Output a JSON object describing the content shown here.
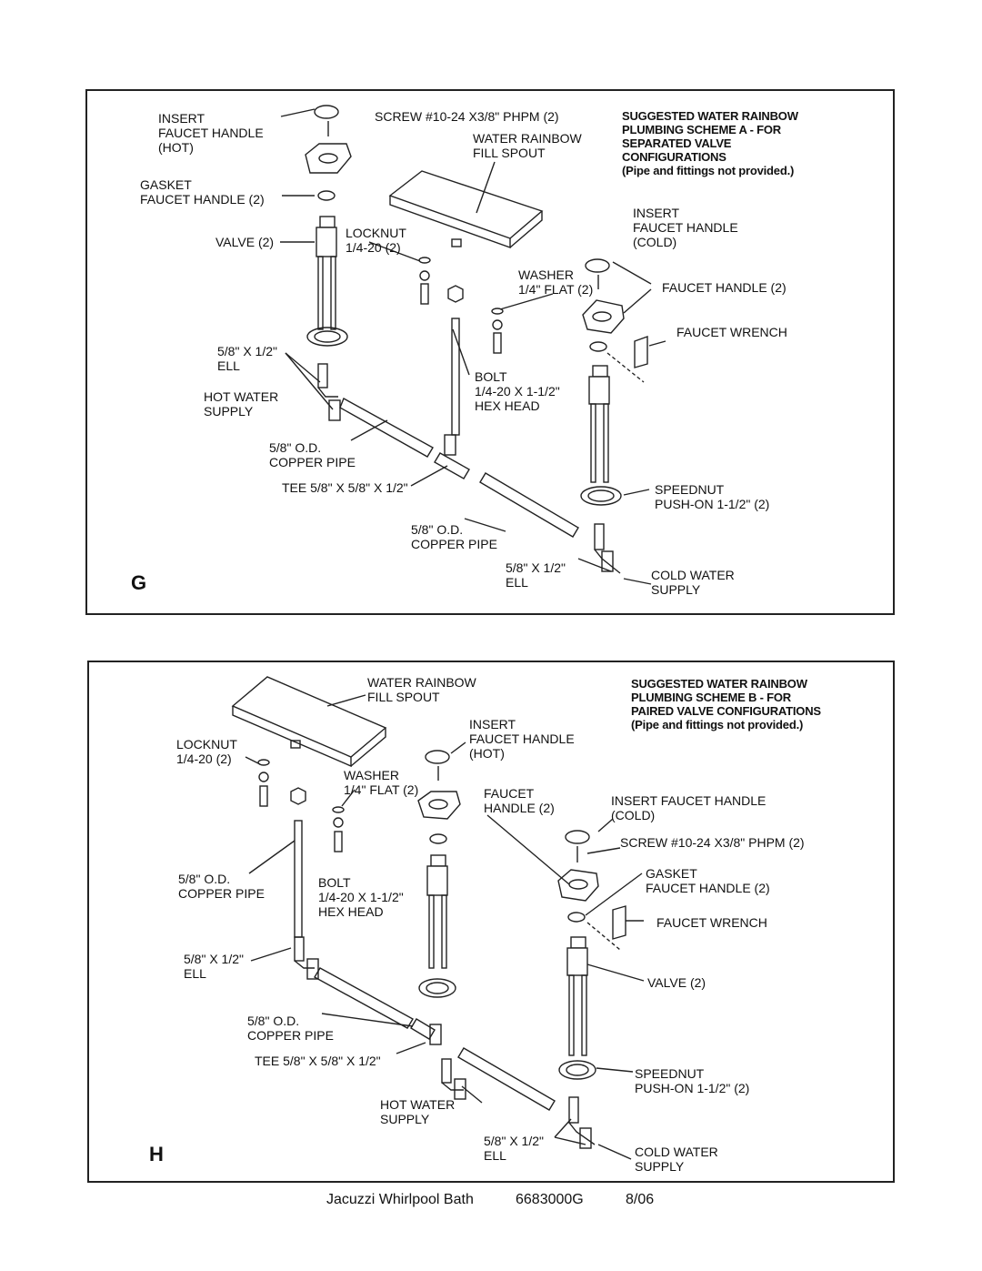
{
  "panel_g": {
    "letter": "G",
    "title": "SUGGESTED WATER RAINBOW\nPLUMBING SCHEME A - FOR\nSEPARATED VALVE\nCONFIGURATIONS\n(Pipe and fittings not provided.)",
    "labels": {
      "insert_hot": "INSERT\nFAUCET HANDLE\n(HOT)",
      "screw": "SCREW #10-24 X3/8\" PHPM (2)",
      "fill_spout": "WATER RAINBOW\nFILL SPOUT",
      "gasket": "GASKET\nFAUCET HANDLE (2)",
      "valve": "VALVE (2)",
      "locknut": "LOCKNUT\n1/4-20 (2)",
      "insert_cold": "INSERT\nFAUCET HANDLE\n(COLD)",
      "washer": "WASHER\n1/4\" FLAT (2)",
      "faucet_handle": "FAUCET HANDLE (2)",
      "faucet_wrench": "FAUCET WRENCH",
      "ell_hot": "5/8\" X 1/2\"\nELL",
      "bolt": "BOLT\n1/4-20 X 1-1/2\"\nHEX HEAD",
      "hot_supply": "HOT WATER\nSUPPLY",
      "copper_pipe_1": "5/8\" O.D.\nCOPPER PIPE",
      "tee": "TEE 5/8\" X 5/8\" X 1/2\"",
      "speednut": "SPEEDNUT\nPUSH-ON 1-1/2\" (2)",
      "copper_pipe_2": "5/8\"  O.D.\nCOPPER PIPE",
      "ell_cold": "5/8\" X 1/2\"\nELL",
      "cold_supply": "COLD WATER\nSUPPLY"
    }
  },
  "panel_h": {
    "letter": "H",
    "title": "SUGGESTED WATER RAINBOW\nPLUMBING SCHEME B - FOR\nPAIRED VALVE CONFIGURATIONS\n(Pipe and fittings not provided.)",
    "labels": {
      "fill_spout": "WATER RAINBOW\nFILL SPOUT",
      "insert_hot": "INSERT\nFAUCET HANDLE\n(HOT)",
      "locknut": "LOCKNUT\n1/4-20 (2)",
      "washer": "WASHER\n1/4\" FLAT (2)",
      "faucet_handle": "FAUCET\nHANDLE (2)",
      "insert_cold": "INSERT FAUCET HANDLE\n(COLD)",
      "screw": "SCREW #10-24 X3/8\" PHPM (2)",
      "copper_pipe_1": "5/8\"  O.D.\nCOPPER PIPE",
      "bolt": "BOLT\n1/4-20 X 1-1/2\"\nHEX HEAD",
      "gasket": "GASKET\nFAUCET HANDLE (2)",
      "faucet_wrench": "FAUCET WRENCH",
      "ell_1": "5/8\" X 1/2\"\nELL",
      "valve": "VALVE (2)",
      "copper_pipe_2": "5/8\"  O.D.\nCOPPER PIPE",
      "tee": "TEE 5/8\" X 5/8\" X 1/2\"",
      "speednut": "SPEEDNUT\nPUSH-ON 1-1/2\" (2)",
      "hot_supply": "HOT WATER\nSUPPLY",
      "ell_2": "5/8\" X 1/2\"\nELL",
      "cold_supply": "COLD WATER\nSUPPLY"
    }
  },
  "footer": {
    "product": "Jacuzzi Whirlpool Bath",
    "part_no": "6683000G",
    "date": "8/06"
  }
}
